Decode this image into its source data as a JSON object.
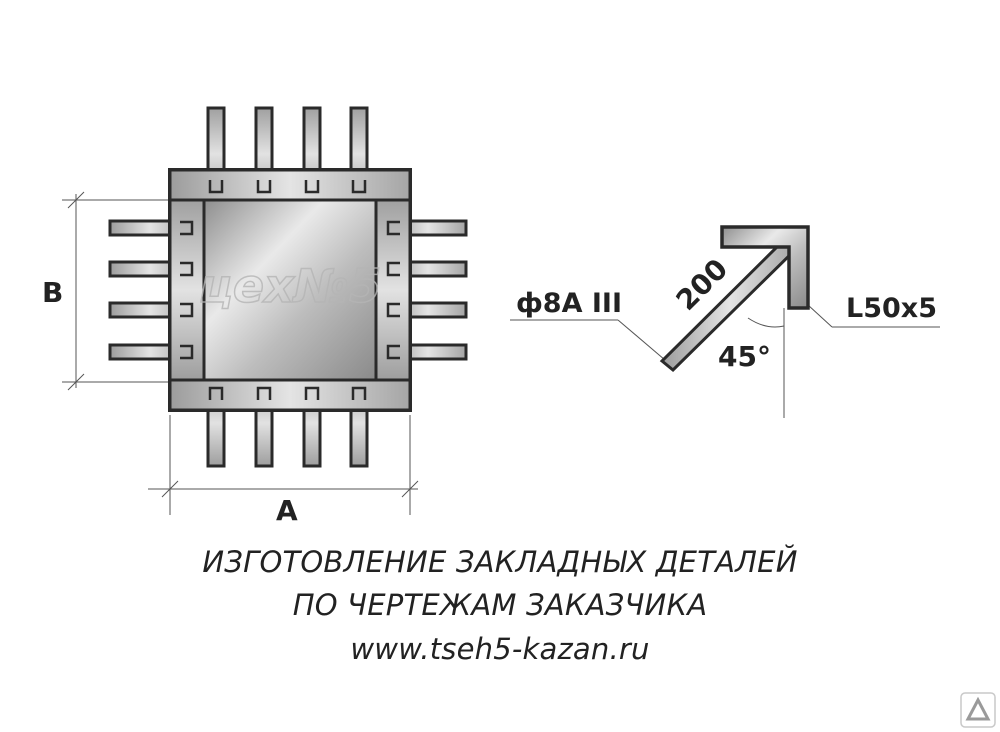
{
  "labels": {
    "dim_a": "A",
    "dim_b": "B",
    "rebar": "ф8A III",
    "length": "200",
    "angle": "45°",
    "profile": "L50x5"
  },
  "watermark": "цех№5",
  "caption": {
    "line1": "ИЗГОТОВЛЕНИЕ ЗАКЛАДНЫХ ДЕТАЛЕЙ",
    "line2": "ПО ЧЕРТЕЖАМ ЗАКАЗЧИКА",
    "line3": "www.tseh5-kazan.ru"
  },
  "colors": {
    "outline": "#2a2a2a",
    "steel_light": "#e6e6e6",
    "steel_dark": "#9a9a9a",
    "text": "#222222"
  }
}
